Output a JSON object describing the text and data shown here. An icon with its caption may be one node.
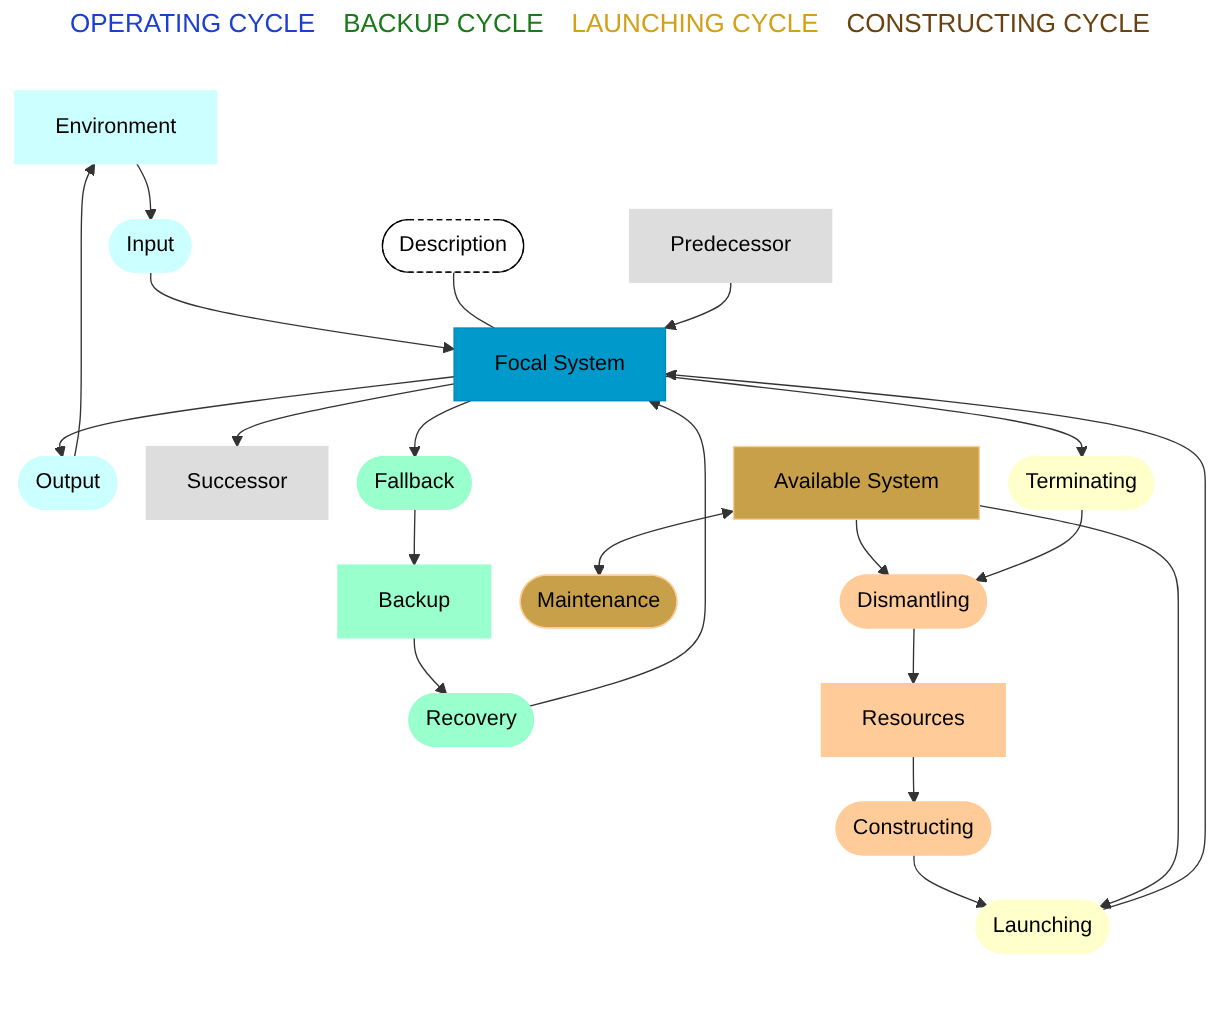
{
  "diagram": {
    "nodes": [
      {
        "text": [
          "Environment"
        ]
      },
      {
        "text": [
          "Input"
        ]
      },
      {
        "text": [
          "Output"
        ]
      },
      {
        "text": [
          "Description"
        ]
      },
      {
        "text": [
          "Predecessor"
        ]
      },
      {
        "text": [
          "Focal System"
        ]
      },
      {
        "text": [
          "Successor"
        ]
      },
      {
        "text": [
          "Recovery"
        ]
      },
      {
        "text": [
          "Fallback"
        ]
      },
      {
        "text": [
          "Backup"
        ]
      },
      {
        "text": [
          "Launching"
        ]
      },
      {
        "text": [
          "Terminating"
        ]
      },
      {
        "text": [
          "Available System"
        ]
      },
      {
        "text": [
          "Maintenance"
        ]
      },
      {
        "text": [
          "Constructing"
        ]
      },
      {
        "text": [
          "Dismantling"
        ]
      },
      {
        "text": [
          "Resources"
        ]
      }
    ],
    "edges": [
      {
        "from": 0,
        "to": 1,
        "arrow": "to"
      },
      {
        "from": 2,
        "to": 0,
        "arrow": "to"
      },
      {
        "from": 1,
        "to": 5,
        "arrow": "to"
      },
      {
        "from": 5,
        "to": 2,
        "arrow": "to"
      },
      {
        "from": 3,
        "to": 5,
        "arrow": "none"
      },
      {
        "from": 4,
        "to": 5,
        "arrow": "to"
      },
      {
        "from": 5,
        "to": 6,
        "arrow": "to"
      },
      {
        "from": 7,
        "to": 5,
        "arrow": "to"
      },
      {
        "from": 5,
        "to": 8,
        "arrow": "to"
      },
      {
        "from": 8,
        "to": 9,
        "arrow": "to"
      },
      {
        "from": 9,
        "to": 7,
        "arrow": "to"
      },
      {
        "from": 10,
        "to": 5,
        "arrow": "to"
      },
      {
        "from": 5,
        "to": 11,
        "arrow": "to"
      },
      {
        "from": 14,
        "to": 10,
        "arrow": "to"
      },
      {
        "from": 12,
        "to": 10,
        "arrow": "to"
      },
      {
        "from": 12,
        "to": 15,
        "arrow": "to"
      },
      {
        "from": 11,
        "to": 15,
        "arrow": "to"
      },
      {
        "from": 12,
        "to": 13,
        "arrow": "both"
      },
      {
        "from": 15,
        "to": 16,
        "arrow": "to"
      },
      {
        "from": 16,
        "to": 14,
        "arrow": "to"
      }
    ],
    "labels": [
      "OPERATING CYCLE",
      "BACKUP CYCLE",
      "LAUNCHING CYCLE",
      "CONSTRUCTING CYCLE"
    ]
  }
}
